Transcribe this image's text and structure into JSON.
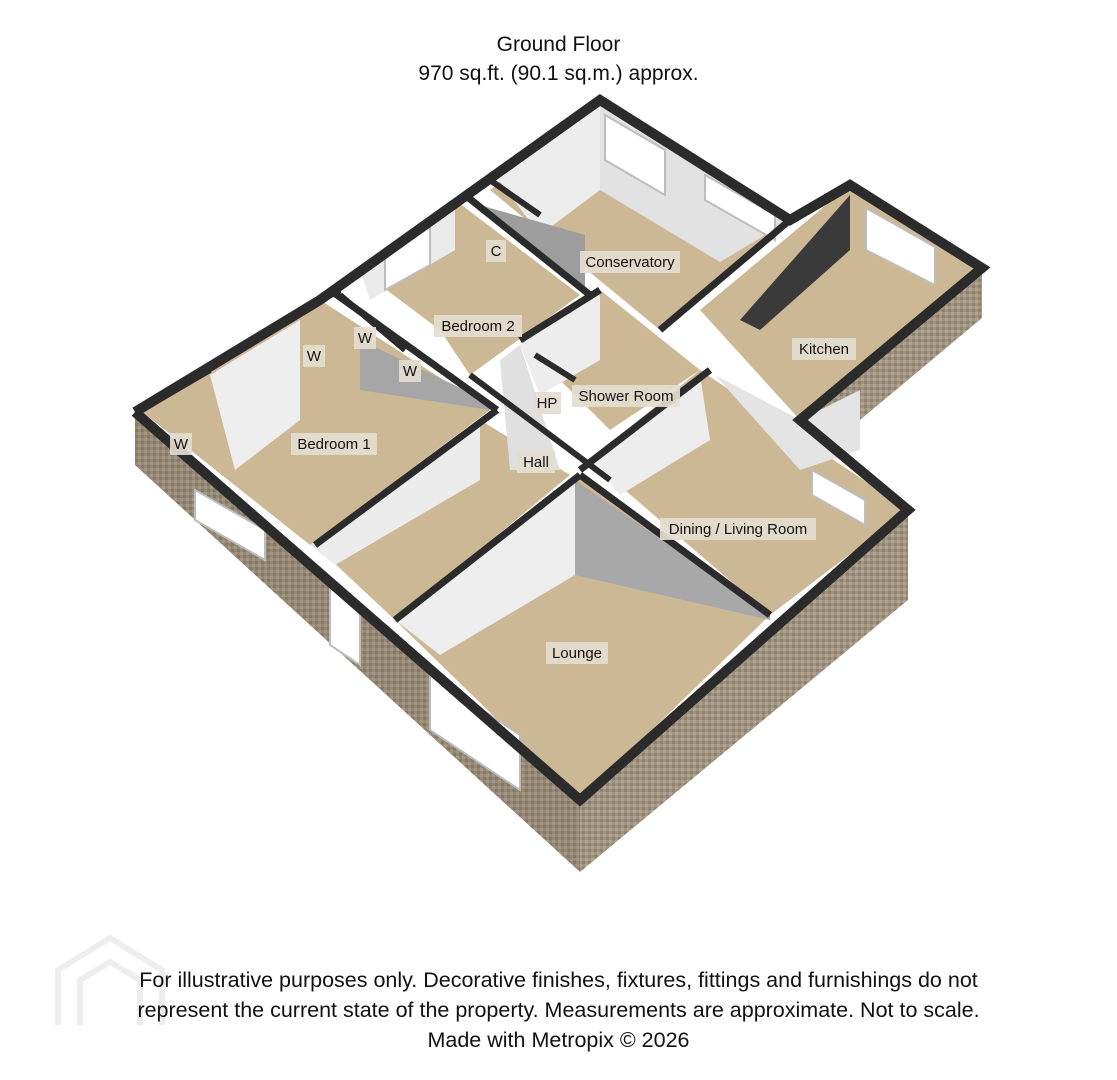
{
  "header": {
    "floor_name": "Ground Floor",
    "area": "970 sq.ft. (90.1 sq.m.) approx."
  },
  "rooms": {
    "conservatory": "Conservatory",
    "bedroom2": "Bedroom 2",
    "cupboard": "C",
    "kitchen": "Kitchen",
    "bedroom1": "Bedroom 1",
    "wardrobe_a": "W",
    "wardrobe_b": "W",
    "wardrobe_c": "W",
    "wardrobe_d": "W",
    "shower_room": "Shower Room",
    "hot_press": "HP",
    "hall": "Hall",
    "dining_living": "Dining / Living Room",
    "lounge": "Lounge"
  },
  "footer": {
    "line1": "For illustrative purposes only. Decorative finishes, fixtures, fittings and furnishings do not",
    "line2": "represent the current state of the property. Measurements are approximate. Not to scale.",
    "line3": "Made with Metropix © 2026"
  },
  "colors": {
    "floor": "#cdb896",
    "wall_top": "#2b2b2b",
    "interior_wall": "#ececec",
    "interior_wall_shade": "#a9a9a9",
    "brick": "#8f8272"
  }
}
